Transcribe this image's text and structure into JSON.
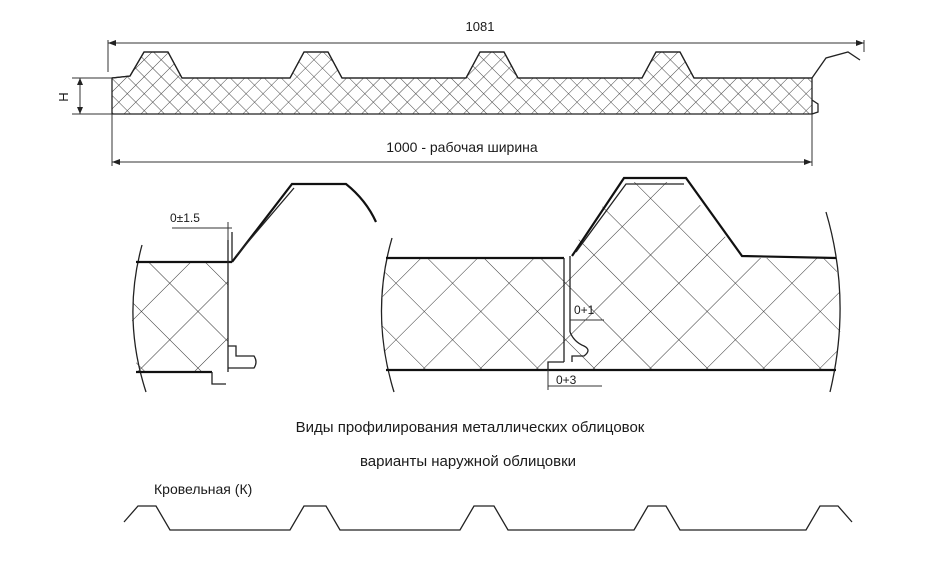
{
  "dimensions": {
    "total_width": "1081",
    "height_symbol": "H",
    "working_width": "1000 - рабочая ширина",
    "tolerance_left": "0±1.5",
    "tolerance_joint_top": "0+1",
    "tolerance_joint_bottom": "0+3"
  },
  "captions": {
    "line1": "Виды профилирования металлических облицовок",
    "line2": "варианты наружной облицовки",
    "profile_label": "Кровельная (К)"
  },
  "colors": {
    "line": "#222222",
    "background": "#ffffff"
  }
}
